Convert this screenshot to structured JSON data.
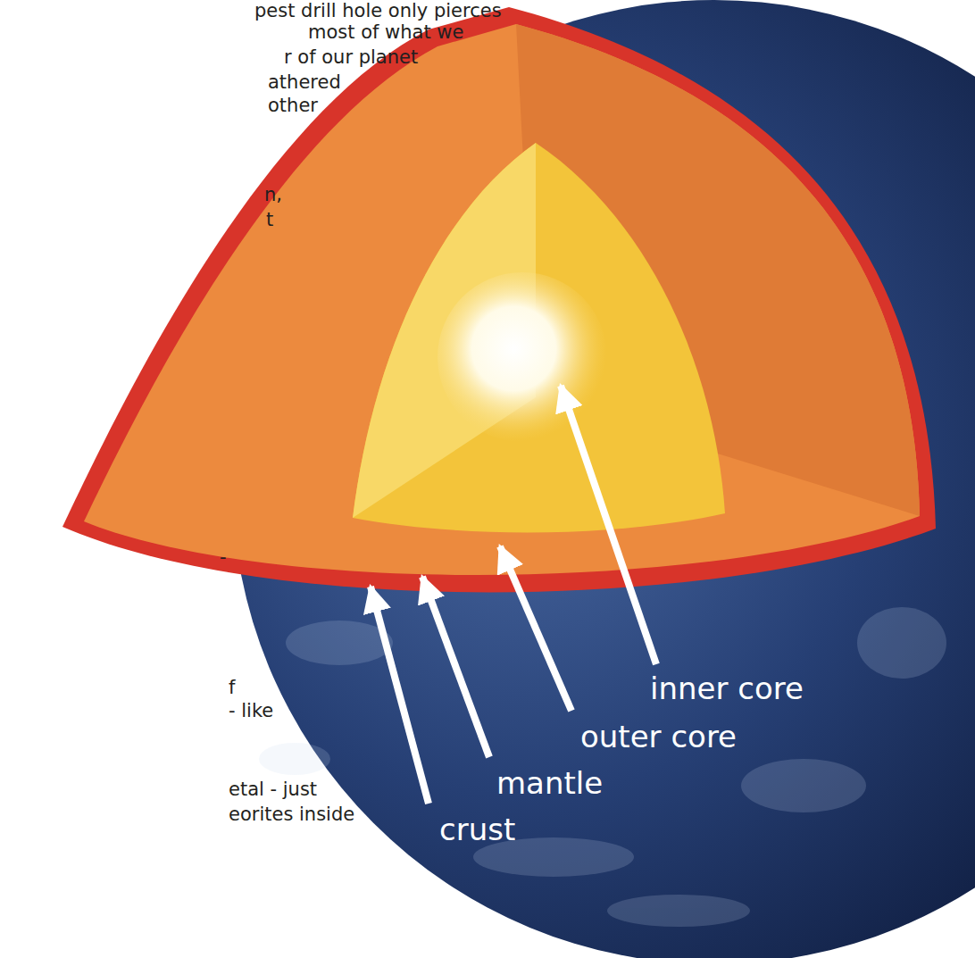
{
  "diagram": {
    "labels": [
      "pest drill hole only pierces",
      "most of what we",
      "r of our planet",
      "athered",
      "other",
      "n,",
      "t",
      "-",
      "f",
      "- like",
      "etal - just",
      "eorites inside",
      "inner core",
      "outer core",
      "mantle",
      "crust"
    ]
  }
}
